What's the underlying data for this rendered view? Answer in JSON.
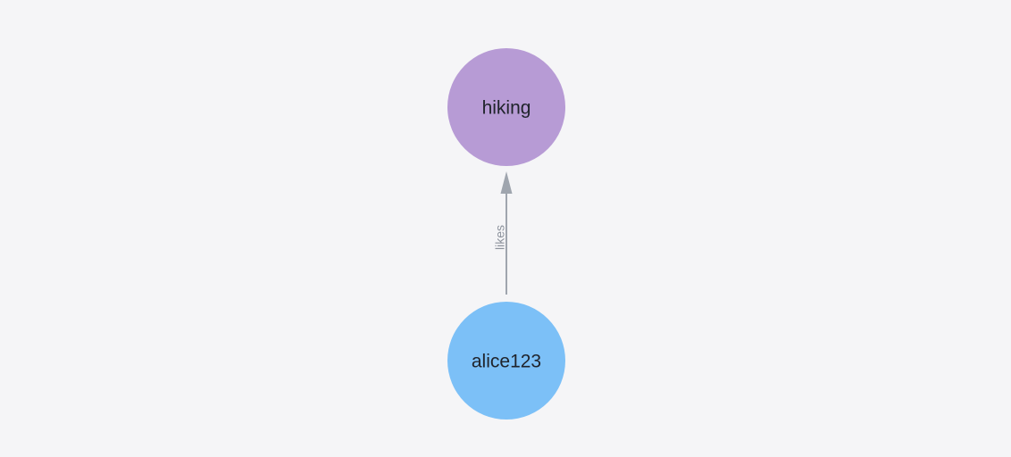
{
  "canvas": {
    "background": "#f5f5f7"
  },
  "graph": {
    "nodes": [
      {
        "id": "hiking",
        "label": "hiking",
        "color": "#b79bd5",
        "label_color": "#20242c"
      },
      {
        "id": "alice123",
        "label": "alice123",
        "color": "#7cc0f7",
        "label_color": "#20242c"
      }
    ],
    "edge": {
      "label": "likes",
      "from": "alice123",
      "to": "hiking",
      "color": "#9fa5ae",
      "label_color": "#8d939d"
    }
  }
}
